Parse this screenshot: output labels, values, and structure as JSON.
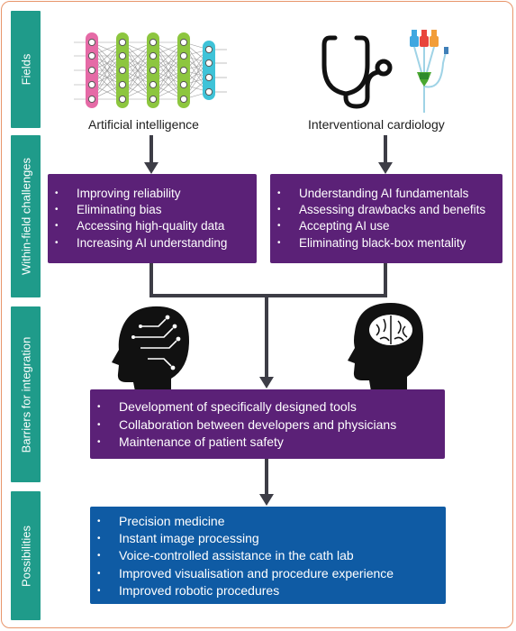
{
  "sidebar": {
    "fields": "Fields",
    "challenges": "Within-field challenges",
    "barriers": "Barriers for integration",
    "possibilities": "Possibilities"
  },
  "fields": {
    "ai_label": "Artificial intelligence",
    "cardio_label": "Interventional cardiology"
  },
  "ai_challenges": [
    "Improving reliability",
    "Eliminating bias",
    "Accessing high-quality data",
    "Increasing AI understanding"
  ],
  "cardio_challenges": [
    "Understanding AI fundamentals",
    "Assessing drawbacks and benefits",
    "Accepting AI use",
    "Eliminating black-box mentality"
  ],
  "barriers": [
    "Development of specifically designed tools",
    "Collaboration between developers and physicians",
    "Maintenance of patient safety"
  ],
  "possibilities": [
    "Precision medicine",
    "Instant image processing",
    "Voice-controlled assistance in the cath lab",
    "Improved visualisation and procedure experience",
    "Improved robotic procedures"
  ],
  "colors": {
    "sidebar": "#1f9b8a",
    "challenge_box": "#5b2177",
    "possibility_box": "#0f5ba4",
    "connector": "#3d3d46",
    "frame": "#e8956a"
  },
  "icons": [
    "neural-network-icon",
    "stethoscope-icon",
    "catheter-icon",
    "circuit-head-icon",
    "brain-head-icon"
  ]
}
